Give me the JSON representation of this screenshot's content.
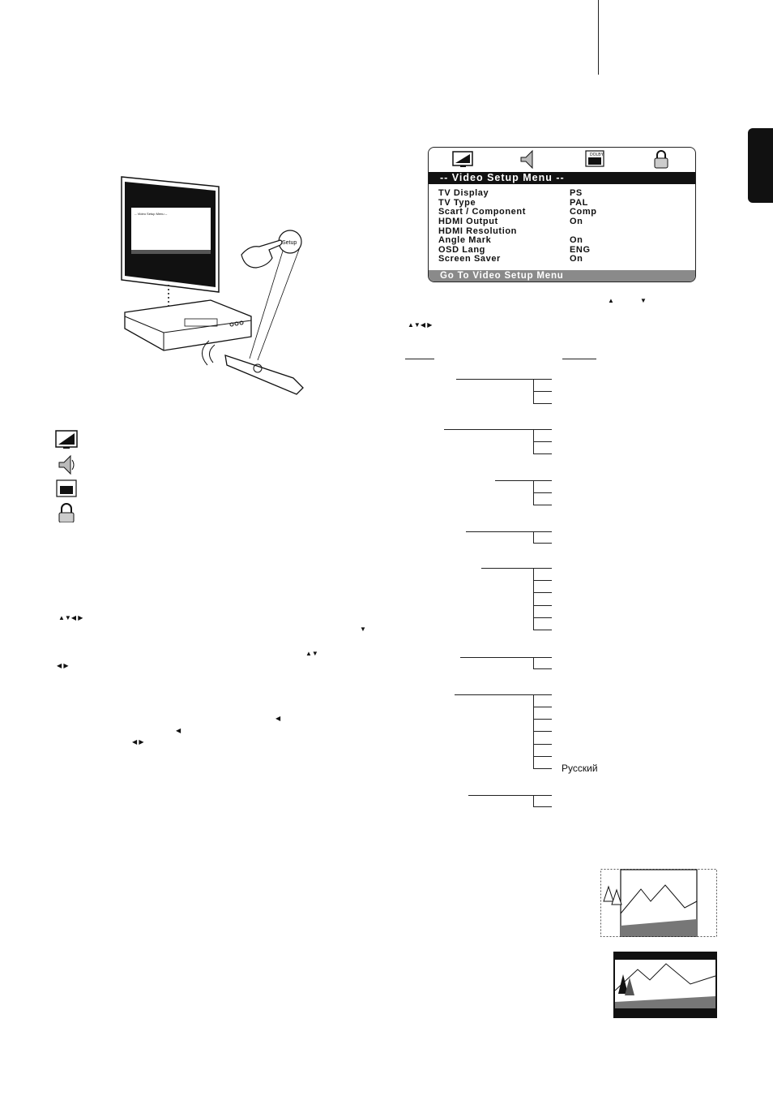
{
  "osd_menu": {
    "title": "-- Video Setup Menu --",
    "footer": "Go To Video Setup Menu",
    "dolby_badge": "DOLBY",
    "rows": [
      {
        "label": "TV Display",
        "value": "PS"
      },
      {
        "label": "TV Type",
        "value": "PAL"
      },
      {
        "label": "Scart / Component",
        "value": "Comp"
      },
      {
        "label": "HDMI Output",
        "value": "On"
      },
      {
        "label": "HDMI Resolution",
        "value": ""
      },
      {
        "label": "Angle Mark",
        "value": "On"
      },
      {
        "label": "OSD Lang",
        "value": "ENG"
      },
      {
        "label": "Screen Saver",
        "value": "On"
      }
    ]
  },
  "illustration": {
    "remote_button": "Setup",
    "tv_screen_title": "-- Video Setup Menu --"
  },
  "tree": {
    "last_language": "Русский"
  },
  "icons": [
    "video-setup-icon",
    "audio-setup-icon",
    "dolby-setup-icon",
    "lock-icon"
  ]
}
